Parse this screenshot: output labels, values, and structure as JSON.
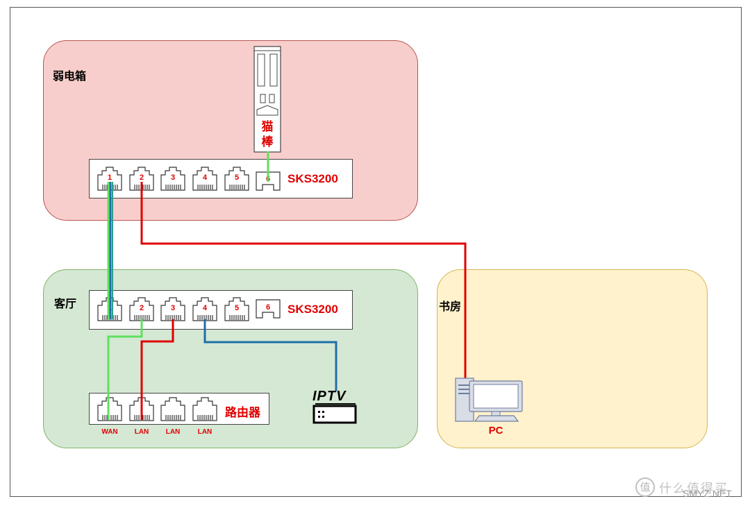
{
  "zones": {
    "weak_box": "弱电箱",
    "living_room": "客厅",
    "study": "书房"
  },
  "devices": {
    "switch_top": {
      "name": "SKS3200",
      "ports": [
        "1",
        "2",
        "3",
        "4",
        "5",
        "6"
      ]
    },
    "switch_living": {
      "name": "SKS3200",
      "ports": [
        "1",
        "2",
        "3",
        "4",
        "5",
        "6"
      ]
    },
    "router": {
      "name": "路由器",
      "port_labels": [
        "WAN",
        "LAN",
        "LAN",
        "LAN"
      ]
    },
    "modem": {
      "name_line1": "猫",
      "name_line2": "棒"
    },
    "iptv": {
      "name": "IPTV"
    },
    "pc": {
      "name": "PC"
    }
  },
  "colors": {
    "cable_green": "#5ee05e",
    "cable_red": "#e00000",
    "cable_blue": "#1f6fa8",
    "label_red": "#e00000"
  },
  "watermark": {
    "mark": "值",
    "text": "什么值得买",
    "site": "SMYZ.NET"
  }
}
